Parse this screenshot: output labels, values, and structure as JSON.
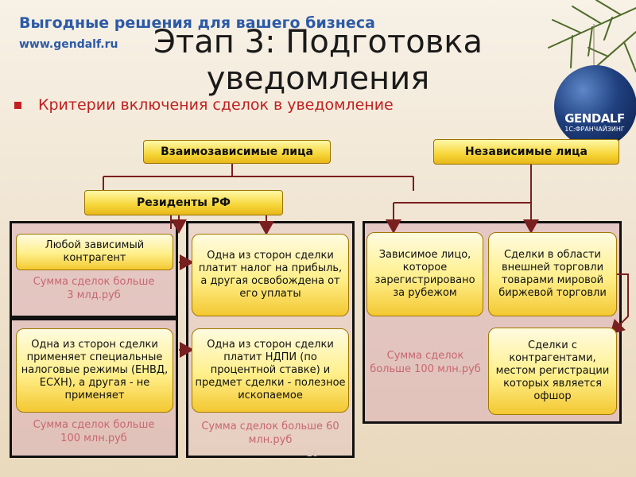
{
  "header": {
    "brand_title": "Выгодные решения для вашего бизнеса",
    "brand_url": "www.gendalf.ru"
  },
  "slide": {
    "title": "Этап 3: Подготовка уведомления",
    "subtitle": "Критерии включения сделок в уведомление",
    "page_number": "26"
  },
  "logo": {
    "name": "GENDALF",
    "tagline": "1С:ФРАНЧАЙЗИНГ"
  },
  "diagram": {
    "heads": {
      "interdependent": "Взаимозависимые лица",
      "independent": "Независимые лица",
      "residents": "Резиденты РФ"
    },
    "boxes": {
      "any_dependent": "Любой зависимый контрагент",
      "profit_tax": "Одна из сторон сделки платит налог на прибыль, а другая освобождена от его уплаты",
      "special_regimes": "Одна из сторон сделки применяет специальные налоговые режимы (ЕНВД, ЕСХН), а другая - не применяет",
      "ndpi": "Одна из сторон сделки платит НДПИ (по процентной ставке) и предмет сделки - полезное ископаемое",
      "foreign_dependent": "Зависимое лицо, которое зарегистрировано за рубежом",
      "foreign_trade": "Сделки в области внешней торговли товарами мировой биржевой торговли",
      "offshore": "Сделки с контрагентами, местом регистрации которых является офшор"
    },
    "sums": {
      "s3bln": "Сумма сделок больше 3 млд.руб",
      "s100mln_left": "Сумма сделок больше 100 млн.руб",
      "s60mln": "Сумма сделок больше 60 млн.руб",
      "s100mln_right": "Сумма сделок больше 100 млн.руб"
    }
  },
  "colors": {
    "accent_red": "#c0201f",
    "brand_blue": "#2c5aa6",
    "box_yellow": "#ffef8a",
    "sum_pink": "#c86670",
    "line_brown": "#7a1f1f"
  },
  "icons": {
    "ornament": "christmas-ornament-icon",
    "tree": "fir-branch-icon"
  }
}
